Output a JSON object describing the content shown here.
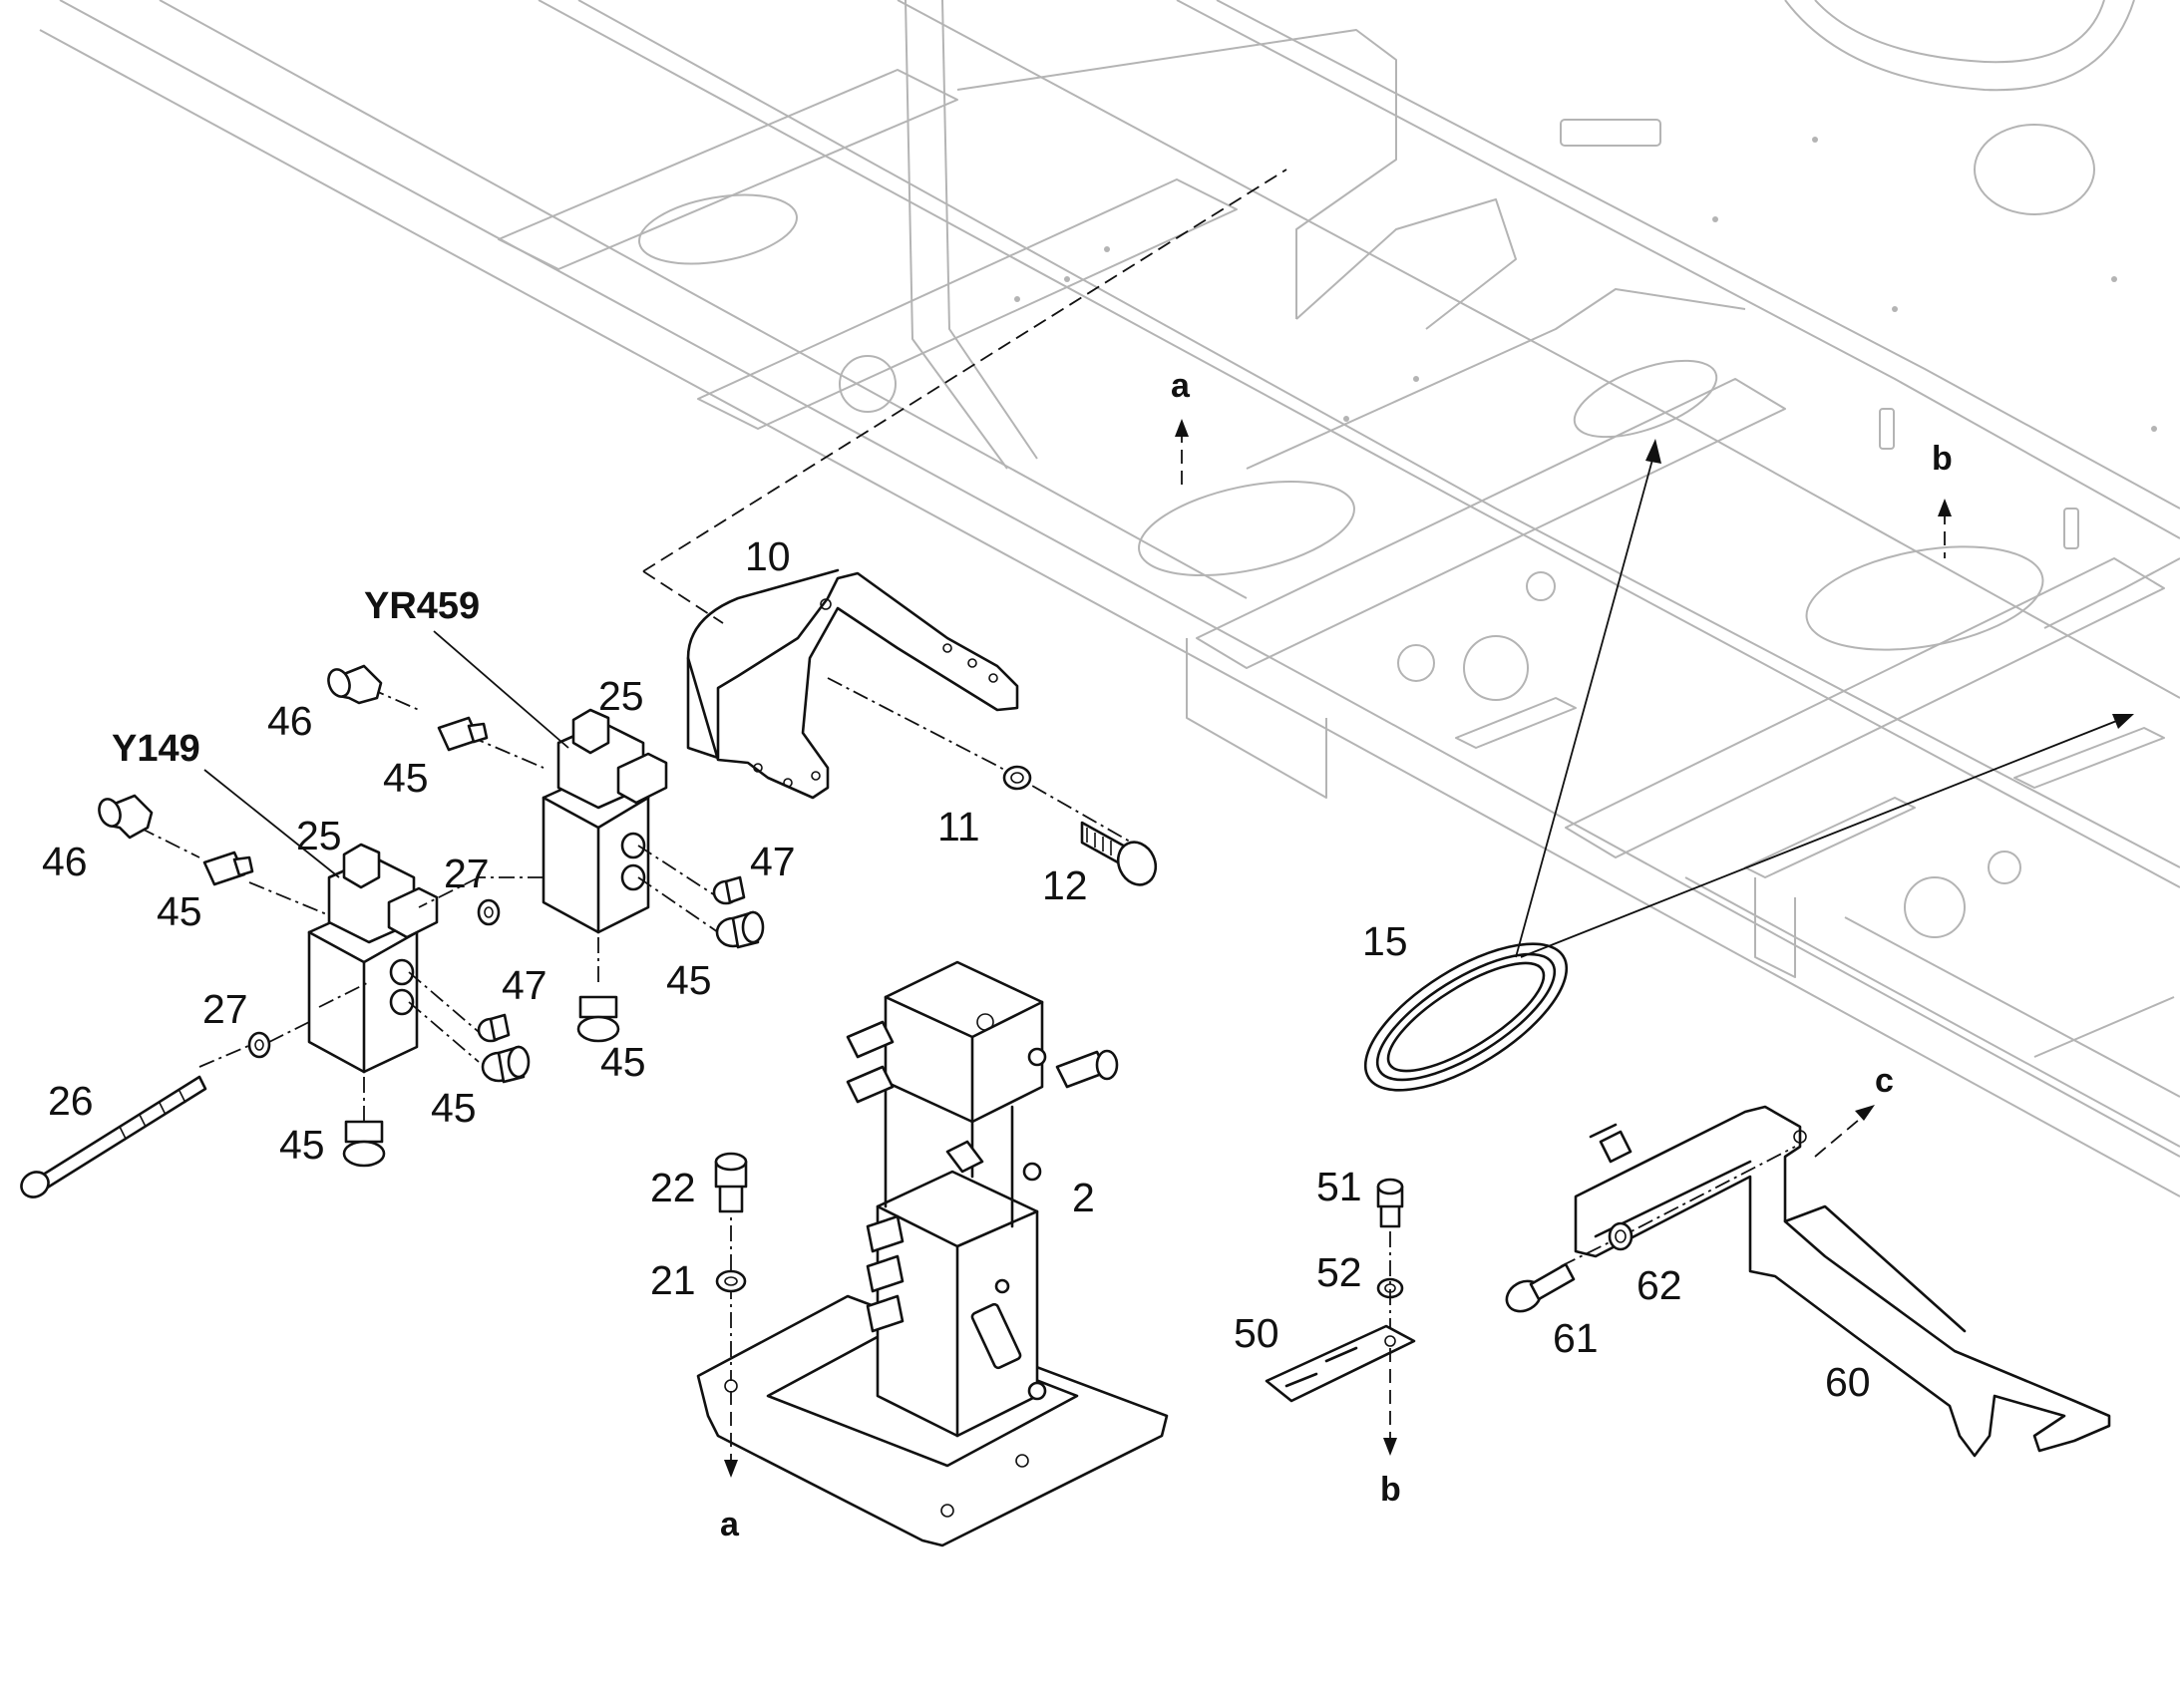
{
  "parts": {
    "p10": "10",
    "p11": "11",
    "p12": "12",
    "p15": "15",
    "p25a": "25",
    "p25b": "25",
    "p46a": "46",
    "p46b": "46",
    "p45a": "45",
    "p45b": "45",
    "p45c": "45",
    "p45d": "45",
    "p45e": "45",
    "p45f": "45",
    "p47a": "47",
    "p47b": "47",
    "p27a": "27",
    "p27b": "27",
    "p26": "26",
    "p22": "22",
    "p21": "21",
    "p2": "2",
    "p51": "51",
    "p52": "52",
    "p50": "50",
    "p61": "61",
    "p62": "62",
    "p60": "60"
  },
  "components": {
    "yr459": "YR459",
    "y149": "Y149"
  },
  "reference_marks": {
    "a_top": "a",
    "a_bottom": "a",
    "b_top": "b",
    "b_bottom": "b",
    "c": "c"
  }
}
